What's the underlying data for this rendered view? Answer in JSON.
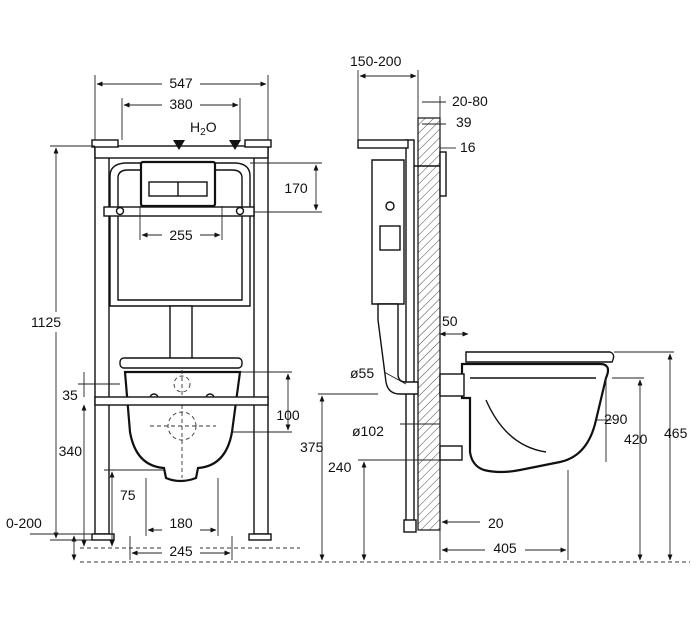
{
  "front_view": {
    "dims": {
      "width_547": "547",
      "width_380": "380",
      "h2o": "H",
      "h2o_sub": "2",
      "h2o_end": "O",
      "height_170": "170",
      "width_255": "255",
      "height_1125": "1125",
      "height_35": "35",
      "height_100": "100",
      "height_340": "340",
      "height_75": "75",
      "range_0_200": "0-200",
      "width_180": "180",
      "width_245": "245"
    }
  },
  "side_view": {
    "dims": {
      "range_150_200": "150-200",
      "range_20_80": "20-80",
      "depth_39": "39",
      "depth_16": "16",
      "depth_50": "50",
      "dia_55": "ø55",
      "dia_102": "ø102",
      "height_375": "375",
      "height_240": "240",
      "height_290": "290",
      "height_420": "420",
      "height_465": "465",
      "depth_20": "20",
      "depth_405": "405"
    }
  }
}
